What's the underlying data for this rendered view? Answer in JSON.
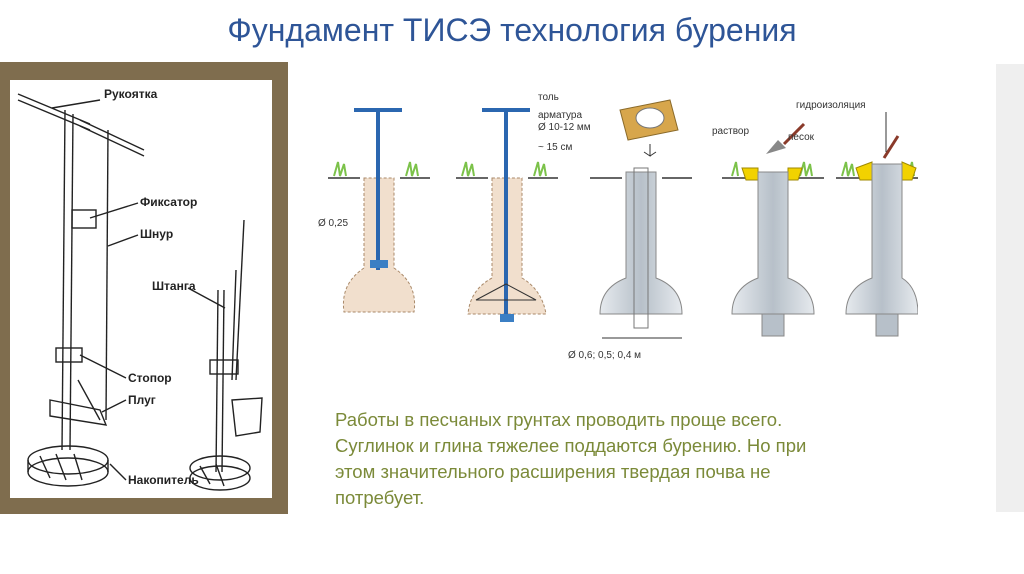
{
  "title": "Фундамент ТИСЭ технология бурения",
  "tool_labels": {
    "handle": "Рукоятка",
    "lock": "Фиксатор",
    "cord": "Шнур",
    "rod": "Штанга",
    "stopper": "Стопор",
    "plow": "Плуг",
    "collector": "Накопитель"
  },
  "step_labels": {
    "diameter_shaft": "Ø 0,25",
    "roofing": "толь",
    "rebar_line1": "арматура",
    "rebar_line2": "Ø 10-12 мм",
    "offset": "~ 15 см",
    "base_diameters": "Ø 0,6; 0,5; 0,4 м",
    "mortar": "раствор",
    "sand": "песок",
    "waterproofing": "гидроизоляция"
  },
  "caption": [
    "Работы в песчаных грунтах проводить проще всего.",
    "Суглинок и глина тяжелее поддаются бурению. Но при",
    "этом значительного расширения твердая почва не",
    "потребует."
  ],
  "colors": {
    "title": "#2e5597",
    "caption": "#7b8a39",
    "frame": "#7f6d4e",
    "pillar": "#c8cfd6",
    "soil_line": "#333333",
    "waterproofing": "#f2d200",
    "grass": "#7cc24a",
    "water": "#3b7fc4",
    "formwork": "#d7a64c"
  }
}
